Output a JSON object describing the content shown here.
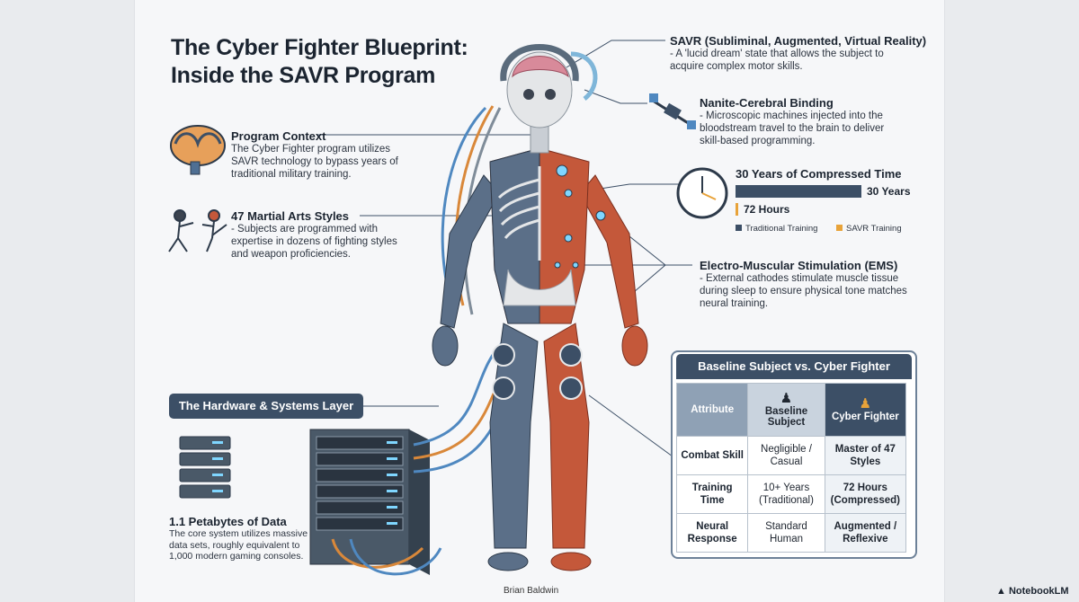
{
  "title": {
    "line1": "The Cyber Fighter Blueprint:",
    "line2": "Inside the SAVR Program"
  },
  "program_context": {
    "heading": "Program Context",
    "body": "The Cyber Fighter program utilizes SAVR technology to bypass years of traditional military training."
  },
  "martial_arts": {
    "heading": "47 Martial Arts Styles",
    "body": "- Subjects are programmed with expertise in dozens of fighting styles and weapon proficiencies."
  },
  "hardware": {
    "badge": "The Hardware & Systems Layer",
    "heading": "1.1 Petabytes of Data",
    "body": "The core system utilizes massive data sets, roughly equivalent to 1,000 modern gaming consoles."
  },
  "savr": {
    "heading": "SAVR (Subliminal, Augmented, Virtual Reality)",
    "body": "- A 'lucid dream' state that allows the subject to acquire complex motor skills."
  },
  "nanite": {
    "heading": "Nanite-Cerebral Binding",
    "body": "- Microscopic machines injected into the bloodstream travel to the brain to deliver skill-based programming."
  },
  "time": {
    "heading": "30 Years of Compressed Time"
  },
  "ems": {
    "heading": "Electro-Muscular Stimulation (EMS)",
    "body": "- External cathodes stimulate muscle tissue during sleep to ensure physical tone matches neural training."
  },
  "chart_data": {
    "type": "bar",
    "title": "30 Years of Compressed Time",
    "series": [
      {
        "name": "Traditional Training",
        "label": "30 Years",
        "value_hours": 262800,
        "color": "#3c4f66"
      },
      {
        "name": "SAVR Training",
        "label": "72 Hours",
        "value_hours": 72,
        "color": "#e8a33a"
      }
    ]
  },
  "comparison": {
    "title": "Baseline Subject vs. Cyber Fighter",
    "headers": {
      "attribute": "Attribute",
      "baseline": "Baseline Subject",
      "cyber": "Cyber Fighter"
    },
    "rows": [
      {
        "attribute": "Combat Skill",
        "baseline": "Negligible / Casual",
        "cyber": "Master of 47 Styles"
      },
      {
        "attribute": "Training Time",
        "baseline": "10+ Years (Traditional)",
        "cyber": "72 Hours (Compressed)"
      },
      {
        "attribute": "Neural Response",
        "baseline": "Standard Human",
        "cyber": "Augmented / Reflexive"
      }
    ]
  },
  "footer": {
    "author": "Brian Baldwin",
    "brand": "NotebookLM"
  },
  "colors": {
    "navy": "#3c4f66",
    "orange": "#e8a33a",
    "muscle": "#c4583a",
    "skeleton": "#e4e6e8"
  }
}
